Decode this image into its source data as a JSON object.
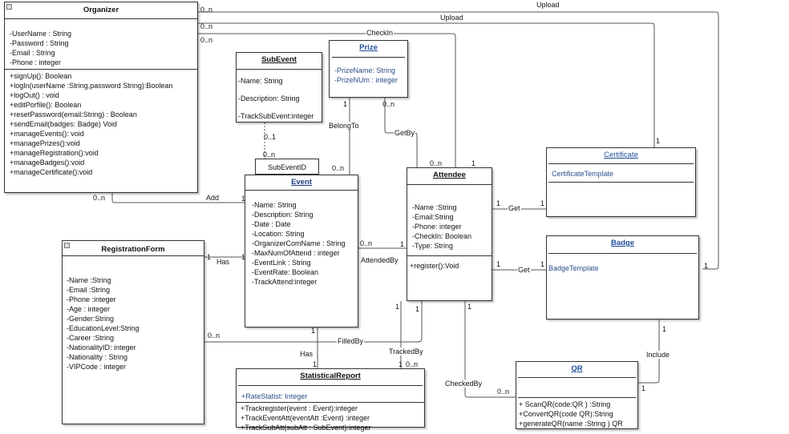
{
  "classes": {
    "organizer": {
      "name": "Organizer",
      "attributes": [
        "-UserName : String",
        "-Password : String",
        "-Email : String",
        "-Phone : integer"
      ],
      "methods": [
        "+signUp(): Boolean",
        "+logIn(userName :String,password String):Boolean",
        "+logOut() : void",
        "+editPorfile(): Boolean",
        "+resetPassword(email:String) : Boolean",
        "+sendEmail(badges: Badge) Void",
        "+manageEvents(): void",
        "+managePrizes():void",
        "+manageRegistration():void",
        "+manageBadges():void",
        "+manageCertificate():void"
      ]
    },
    "subevent": {
      "name": "SubEvent",
      "attributes": [
        "-Name: String",
        "-Description: String",
        "-TrackSubEvent:integer"
      ]
    },
    "prize": {
      "name": "Prize",
      "attributes": [
        "-PrizeName: String",
        "-PrizeNUm : integer"
      ]
    },
    "subeventid": {
      "name": "SubEventID"
    },
    "event": {
      "name": "Event",
      "attributes": [
        "-Name: String",
        "-Description: String",
        "-Date : Date",
        "-Location: String",
        "-OrganizerComName : String",
        "-MaxNumOfAttend : integer",
        "-EventLink : String",
        "-EventRate: Boolean",
        "-TrackAttend:integer"
      ]
    },
    "attendee": {
      "name": "Attendee",
      "attributes": [
        "-Name :String",
        "-Email:String",
        "-Phone: integer",
        "-CheckIn: Boolean",
        "-Type: String"
      ],
      "methods": [
        "+register():Void"
      ]
    },
    "certificate": {
      "name": "Certificate",
      "attributes": [
        "CertificateTemplate"
      ]
    },
    "badge": {
      "name": "Badge",
      "attributes": [
        "BadgeTemplate"
      ]
    },
    "registrationform": {
      "name": "RegistrationForm",
      "attributes": [
        "-Name :String",
        "-Email :String",
        "-Phone :integer",
        "-Age : integer",
        "-Gender:String",
        "-EducationLevel:String",
        "-Career :String",
        "-NationalityID: integer",
        "-Nationality : String",
        "-VIPCode : integer"
      ]
    },
    "statisticalreport": {
      "name": "StatisticalReport",
      "attributes": [
        "+RateStatist: Integer"
      ],
      "methods": [
        "+Trackregister(event : Event):integer",
        "+TrackEventAtt(eventAtt :Event) :integer",
        "+TrackSubAtt(subAtt : SubEvent):integer"
      ]
    },
    "qr": {
      "name": "QR",
      "methods": [
        "+ ScanQR(code:QR  ) :String",
        "+ConvertQR(code QR):String",
        "+generateQR(name :String ) QR"
      ]
    }
  },
  "relations": {
    "upload1": "Upload",
    "upload2": "Upload",
    "checkin": "CheckIn",
    "belongto": "BelongTo",
    "getby": "GetBy",
    "add": "Add",
    "has": "Has",
    "attendedby": "AttendedBy",
    "get1": "Get",
    "get2": "Get",
    "filledby": "FilledBy",
    "has2": "Has",
    "trackedby": "TrackedBy",
    "checkedby": "CheckedBy",
    "include": "Include"
  },
  "multiplicities": {
    "m0n": "0..n",
    "m1": "1",
    "m01": "0..1"
  }
}
